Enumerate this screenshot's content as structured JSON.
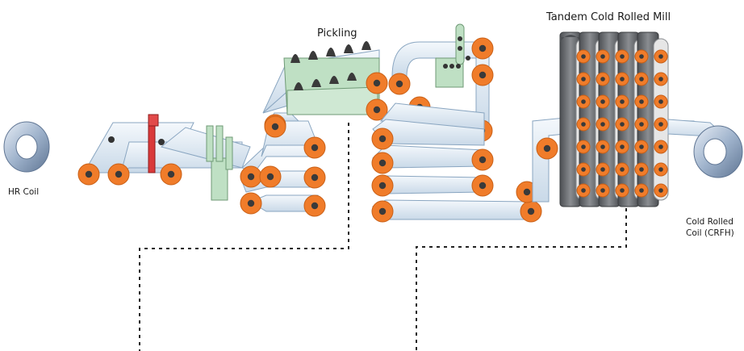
{
  "labels": {
    "hr_coil": "HR Coil",
    "pickling": "Pickling",
    "tandem_mill": "Tandem Cold Rolled Mill",
    "cold_rolled_line1": "Cold Rolled",
    "cold_rolled_line2": "Coil (CRFH)"
  },
  "colors": {
    "roller": "#f07c2a",
    "roller_hub": "#3a3a3a",
    "strip": "#dde9f3",
    "strip_edge": "#8aa6c1",
    "tank": "#bfe0c4",
    "tank_edge": "#6f9a76",
    "shear": "#d9393a",
    "mill_frame": "#6b6e72",
    "mill_roll": "#f07c2a",
    "coil": "#b4c3d6"
  },
  "icons": [
    "hr-coil-icon",
    "shear-icon",
    "welder-icon",
    "pickling-tank-icon",
    "rinse-tank-icon",
    "mill-stand-icon",
    "cold-rolled-coil-icon"
  ]
}
